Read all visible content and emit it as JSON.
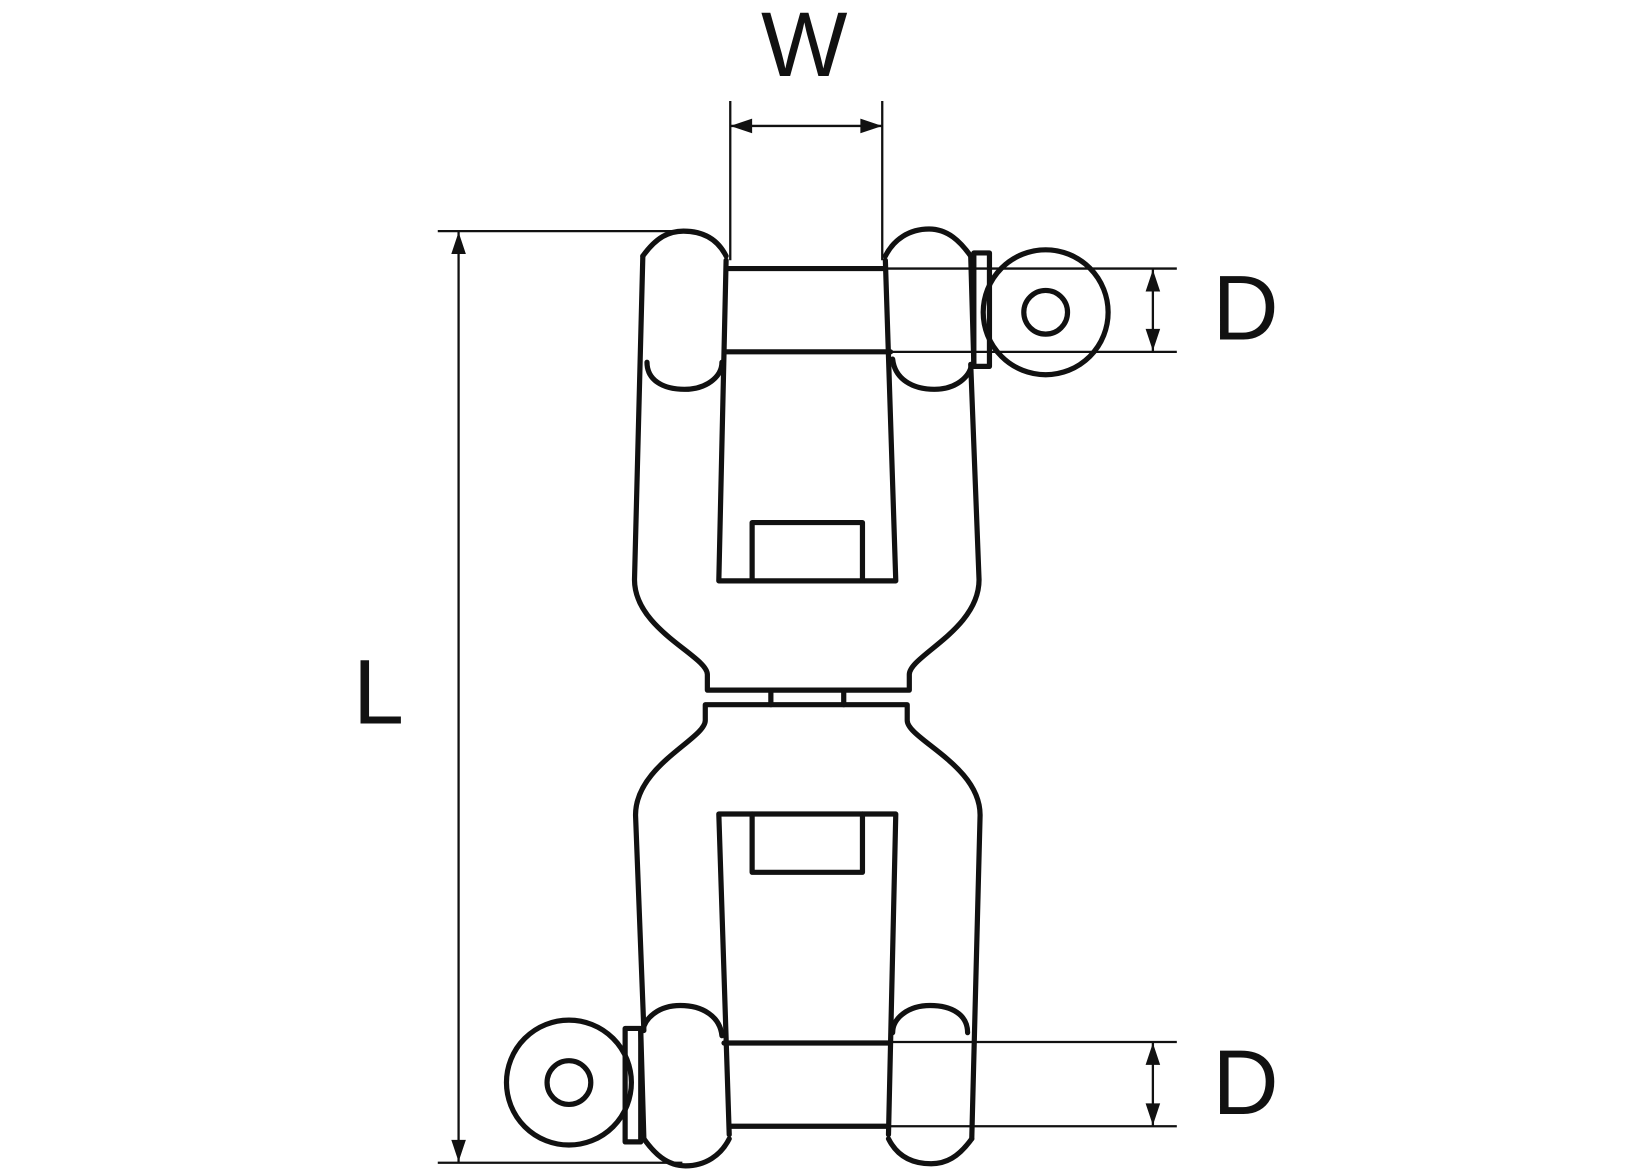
{
  "diagram": {
    "labels": {
      "width": "W",
      "length": "L",
      "diameter_top": "D",
      "diameter_bottom": "D"
    },
    "colors": {
      "line": "#111111",
      "background": "#ffffff"
    }
  }
}
